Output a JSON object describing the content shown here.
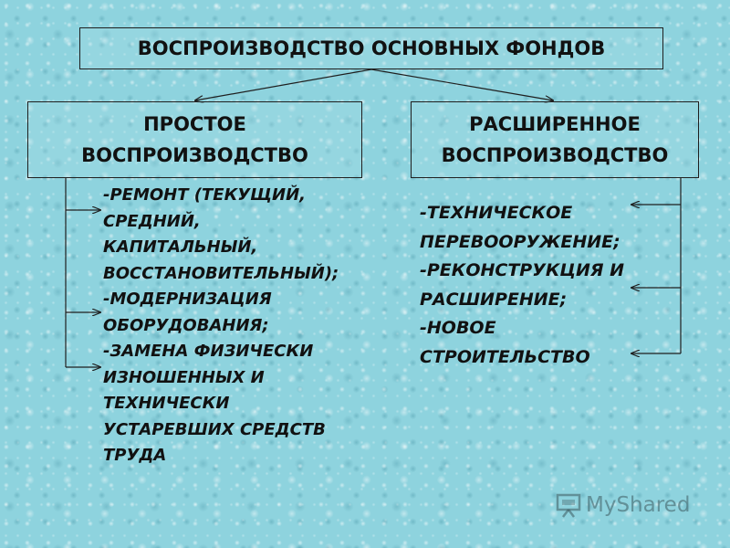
{
  "title": "ВОСПРОИЗВОДСТВО ОСНОВНЫХ ФОНДОВ",
  "simple": {
    "heading_lines": [
      "ПРОСТОЕ",
      "ВОСПРОИЗВОДСТВО"
    ],
    "items": [
      "-РЕМОНТ (ТЕКУЩИЙ,",
      "СРЕДНИЙ,",
      "КАПИТАЛЬНЫЙ,",
      "ВОССТАНОВИТЕЛЬНЫЙ);",
      "-МОДЕРНИЗАЦИЯ",
      "ОБОРУДОВАНИЯ;",
      "-ЗАМЕНА ФИЗИЧЕСКИ",
      "ИЗНОШЕННЫХ И",
      "ТЕХНИЧЕСКИ",
      "УСТАРЕВШИХ СРЕДСТВ",
      "ТРУДА"
    ]
  },
  "extended": {
    "heading_lines": [
      "РАСШИРЕННОЕ",
      "ВОСПРОИЗВОДСТВО"
    ],
    "items": [
      "-ТЕХНИЧЕСКОЕ",
      "ПЕРЕВООРУЖЕНИЕ;",
      "-РЕКОНСТРУКЦИЯ И",
      "РАСШИРЕНИЕ;",
      "-НОВОЕ",
      "СТРОИТЕЛЬСТВО"
    ]
  },
  "watermark": {
    "text": "MyShared",
    "icon": "presentation-board-icon"
  },
  "colors": {
    "background": "#8ed3de",
    "text": "#111111",
    "lines": "#1f1f1f"
  }
}
